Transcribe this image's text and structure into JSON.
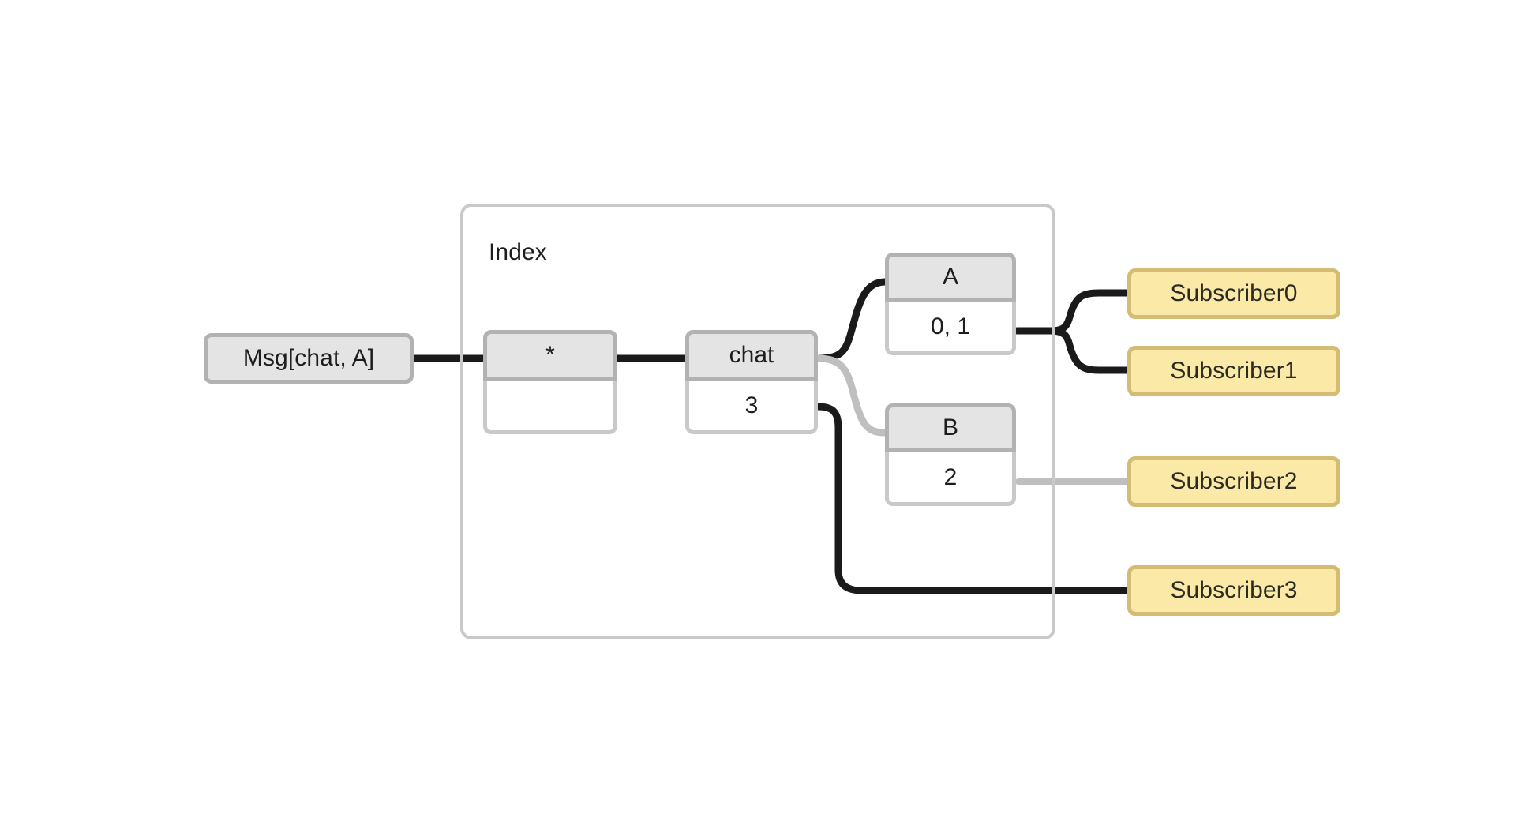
{
  "diagram": {
    "title_visible": false,
    "colors": {
      "edge_active": "#1a1a1a",
      "edge_inactive": "#bfbfbf",
      "node_grey_fill": "#e4e4e4",
      "node_grey_border": "#b2b2b2",
      "record_body_fill": "#ffffff",
      "record_body_border": "#c9c9c9",
      "subscriber_fill": "#fbe9a7",
      "subscriber_border": "#d4bc74",
      "container_border": "#c9c9c9",
      "text": "#1d1d1d",
      "background": "#ffffff"
    }
  },
  "container": {
    "label": "Index"
  },
  "message": {
    "label": "Msg[chat, A]"
  },
  "nodes": {
    "wildcard": {
      "head": "*",
      "body": ""
    },
    "chat": {
      "head": "chat",
      "body": "3"
    },
    "topic_a": {
      "head": "A",
      "body": "0, 1"
    },
    "topic_b": {
      "head": "B",
      "body": "2"
    }
  },
  "subscribers": [
    {
      "label": "Subscriber0",
      "state": "active"
    },
    {
      "label": "Subscriber1",
      "state": "active"
    },
    {
      "label": "Subscriber2",
      "state": "inactive"
    },
    {
      "label": "Subscriber3",
      "state": "active"
    }
  ],
  "edges": [
    {
      "from": "message",
      "to": "wildcard",
      "state": "active"
    },
    {
      "from": "wildcard",
      "to": "chat",
      "state": "active"
    },
    {
      "from": "chat",
      "to": "topic_a",
      "state": "active"
    },
    {
      "from": "chat",
      "to": "topic_b",
      "state": "inactive"
    },
    {
      "from": "chat",
      "to": "subscriber3",
      "state": "active"
    },
    {
      "from": "topic_a",
      "to": "subscriber0",
      "state": "active"
    },
    {
      "from": "topic_a",
      "to": "subscriber1",
      "state": "active"
    },
    {
      "from": "topic_b",
      "to": "subscriber2",
      "state": "inactive"
    }
  ]
}
